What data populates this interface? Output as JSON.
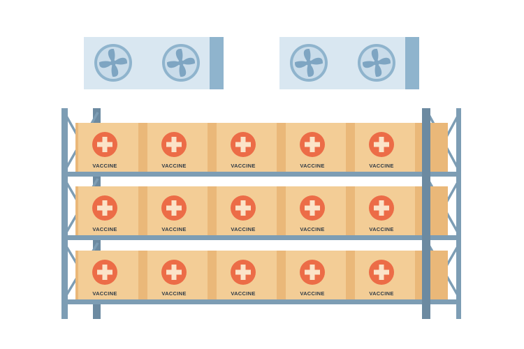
{
  "colors": {
    "background": "#ffffff",
    "cooler_body": "#d9e7f1",
    "cooler_side": "#8fb4cd",
    "fan_blade": "#7ea5c2",
    "fan_ring": "#8fb4cd",
    "rack_frame": "#7d9db4",
    "rack_frame_dark": "#6c8aa1",
    "box_main": "#f3cd96",
    "box_shade": "#eab879",
    "cross_circle": "#ec6c47",
    "cross": "#fbe3c8",
    "label_text": "#2f3a45"
  },
  "icons": {
    "fan": "fan-icon",
    "medical_cross": "medical-cross-icon"
  },
  "coolers": [
    {
      "fans": 2
    },
    {
      "fans": 2
    }
  ],
  "rack": {
    "shelves": [
      {
        "boxes": [
          {
            "label": "VACCINE"
          },
          {
            "label": "VACCINE"
          },
          {
            "label": "VACCINE"
          },
          {
            "label": "VACCINE"
          },
          {
            "label": "VACCINE"
          }
        ]
      },
      {
        "boxes": [
          {
            "label": "VACCINE"
          },
          {
            "label": "VACCINE"
          },
          {
            "label": "VACCINE"
          },
          {
            "label": "VACCINE"
          },
          {
            "label": "VACCINE"
          }
        ]
      },
      {
        "boxes": [
          {
            "label": "VACCINE"
          },
          {
            "label": "VACCINE"
          },
          {
            "label": "VACCINE"
          },
          {
            "label": "VACCINE"
          },
          {
            "label": "VACCINE"
          }
        ]
      }
    ]
  }
}
